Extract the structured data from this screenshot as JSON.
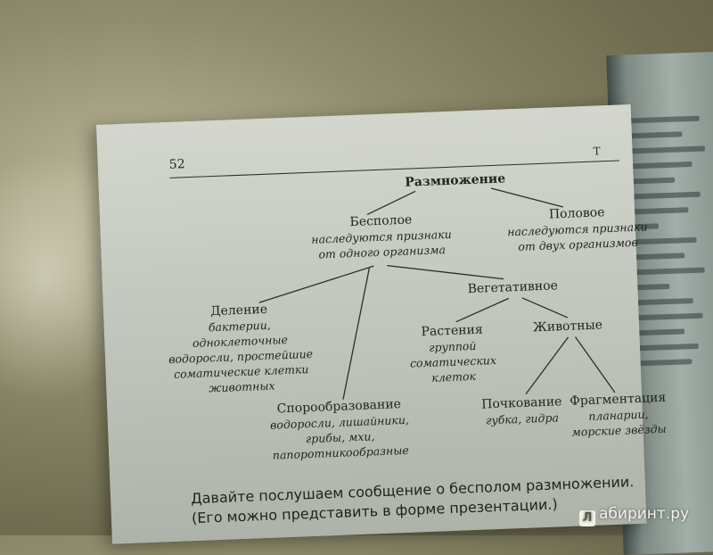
{
  "page": {
    "number": "52",
    "chapter_fragment": "Т"
  },
  "diagram": {
    "root": {
      "title": "Размножение"
    },
    "asexual": {
      "title": "Бесполое",
      "subtitle_1": "наследуются признаки",
      "subtitle_2": "от одного организма"
    },
    "sexual": {
      "title": "Половое",
      "subtitle_1": "наследуются признаки",
      "subtitle_2": "от двух организмов"
    },
    "division": {
      "title": "Деление",
      "subtitle_1": "бактерии, одноклеточные",
      "subtitle_2": "водоросли, простейшие",
      "subtitle_3": "соматические клетки",
      "subtitle_4": "животных"
    },
    "vegetative": {
      "title": "Вегетативное"
    },
    "plants": {
      "title": "Растения",
      "subtitle_1": "группой",
      "subtitle_2": "соматических",
      "subtitle_3": "клеток"
    },
    "animals": {
      "title": "Животные"
    },
    "sporulation": {
      "title": "Спорообразование",
      "subtitle_1": "водоросли, лишайники,",
      "subtitle_2": "грибы, мхи,",
      "subtitle_3": "папоротникообразные"
    },
    "budding": {
      "title": "Почкование",
      "subtitle_1": "губка, гидра"
    },
    "fragmentation": {
      "title": "Фрагментация",
      "subtitle_1": "планарии,",
      "subtitle_2": "морские звёзды"
    }
  },
  "body": {
    "line_1": "Давайте послушаем сообщение о бесполом размножении.",
    "line_2": "(Его можно представить в форме презентации.)"
  },
  "watermark": {
    "mark": "Л",
    "text": "абиринт.ру"
  }
}
